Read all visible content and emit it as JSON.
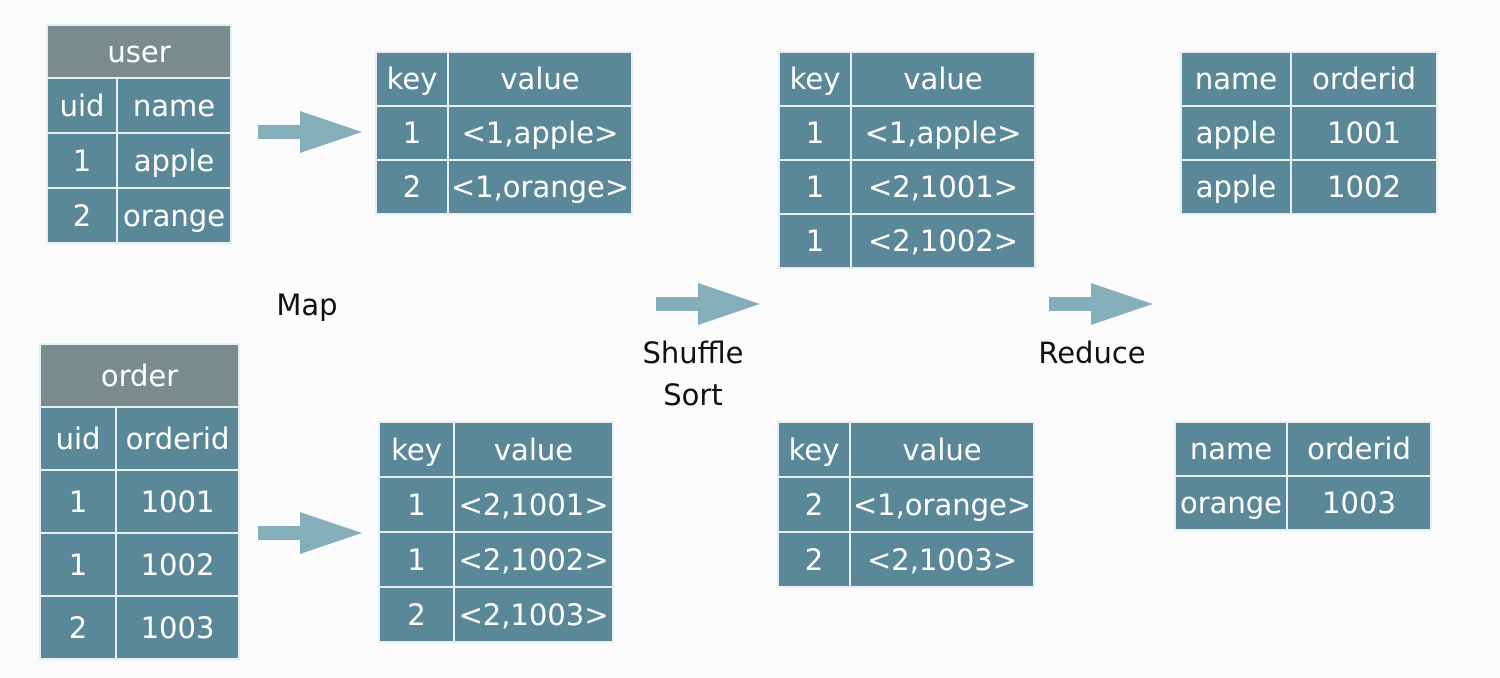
{
  "source_tables": {
    "user": {
      "title": "user",
      "headers": [
        "uid",
        "name"
      ],
      "rows": [
        [
          "1",
          "apple"
        ],
        [
          "2",
          "orange"
        ]
      ]
    },
    "order": {
      "title": "order",
      "headers": [
        "uid",
        "orderid"
      ],
      "rows": [
        [
          "1",
          "1001"
        ],
        [
          "1",
          "1002"
        ],
        [
          "2",
          "1003"
        ]
      ]
    }
  },
  "map_output": {
    "user": {
      "headers": [
        "key",
        "value"
      ],
      "rows": [
        [
          "1",
          "<1,apple>"
        ],
        [
          "2",
          "<1,orange>"
        ]
      ]
    },
    "order": {
      "headers": [
        "key",
        "value"
      ],
      "rows": [
        [
          "1",
          "<2,1001>"
        ],
        [
          "1",
          "<2,1002>"
        ],
        [
          "2",
          "<2,1003>"
        ]
      ]
    }
  },
  "shuffle_output": {
    "group1": {
      "headers": [
        "key",
        "value"
      ],
      "rows": [
        [
          "1",
          "<1,apple>"
        ],
        [
          "1",
          "<2,1001>"
        ],
        [
          "1",
          "<2,1002>"
        ]
      ]
    },
    "group2": {
      "headers": [
        "key",
        "value"
      ],
      "rows": [
        [
          "2",
          "<1,orange>"
        ],
        [
          "2",
          "<2,1003>"
        ]
      ]
    }
  },
  "reduce_output": {
    "result1": {
      "headers": [
        "name",
        "orderid"
      ],
      "rows": [
        [
          "apple",
          "1001"
        ],
        [
          "apple",
          "1002"
        ]
      ]
    },
    "result2": {
      "headers": [
        "name",
        "orderid"
      ],
      "rows": [
        [
          "orange",
          "1003"
        ]
      ]
    }
  },
  "stages": {
    "map": "Map",
    "shuffle_line1": "Shuffle",
    "shuffle_line2": "Sort",
    "reduce": "Reduce"
  },
  "colors": {
    "cell_fill": "#5a8898",
    "caption_fill": "#7a8b8b",
    "arrow_fill": "#84aeb9"
  }
}
